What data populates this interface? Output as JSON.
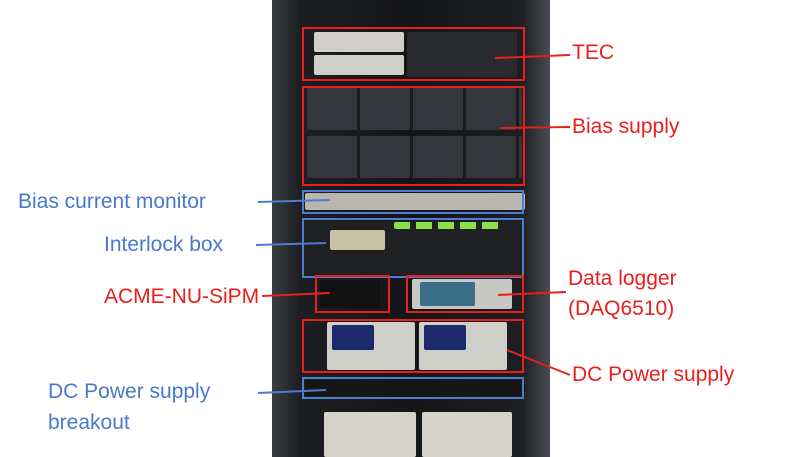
{
  "labels": {
    "tec": "TEC",
    "bias_supply": "Bias supply",
    "bias_current_monitor": "Bias current monitor",
    "interlock_box": "Interlock box",
    "acme": "ACME-NU-SiPM",
    "data_logger_line1": "Data logger",
    "data_logger_line2": "(DAQ6510)",
    "dc_power_supply": "DC Power supply",
    "dc_breakout_line1": "DC Power supply",
    "dc_breakout_line2": "breakout"
  },
  "colors": {
    "red": "#e8201c",
    "blue": "#4a78cc"
  }
}
